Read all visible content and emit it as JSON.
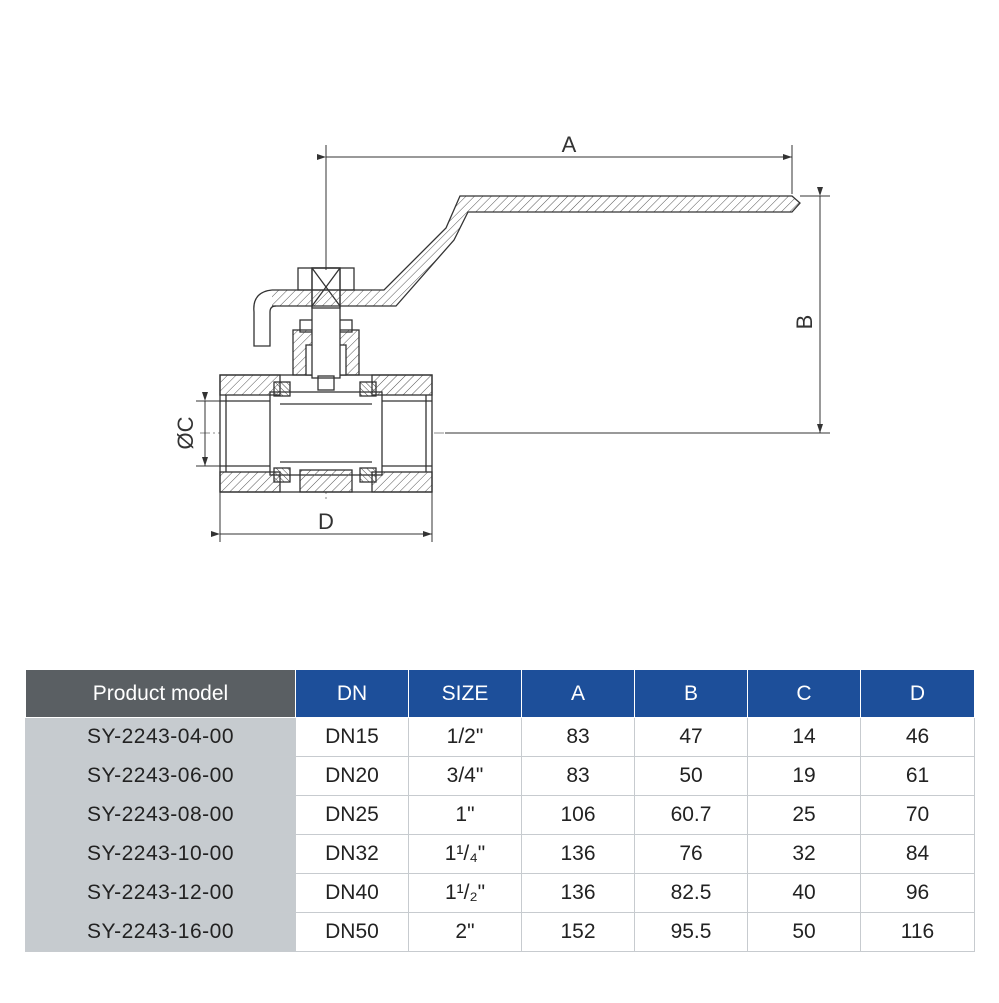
{
  "drawing": {
    "dim_A": "A",
    "dim_B": "B",
    "dim_C": "ØC",
    "dim_D": "D"
  },
  "table": {
    "headers": [
      "Product model",
      "DN",
      "SIZE",
      "A",
      "B",
      "C",
      "D"
    ],
    "rows": [
      {
        "model": "SY-2243-04-00",
        "dn": "DN15",
        "size": "1/2\"",
        "a": "83",
        "b": "47",
        "c": "14",
        "d": "46"
      },
      {
        "model": "SY-2243-06-00",
        "dn": "DN20",
        "size": "3/4\"",
        "a": "83",
        "b": "50",
        "c": "19",
        "d": "61"
      },
      {
        "model": "SY-2243-08-00",
        "dn": "DN25",
        "size": "1\"",
        "a": "106",
        "b": "60.7",
        "c": "25",
        "d": "70"
      },
      {
        "model": "SY-2243-10-00",
        "dn": "DN32",
        "size": "1¹/₄\"",
        "a": "136",
        "b": "76",
        "c": "32",
        "d": "84"
      },
      {
        "model": "SY-2243-12-00",
        "dn": "DN40",
        "size": "1¹/₂\"",
        "a": "136",
        "b": "82.5",
        "c": "40",
        "d": "96"
      },
      {
        "model": "SY-2243-16-00",
        "dn": "DN50",
        "size": "2\"",
        "a": "152",
        "b": "95.5",
        "c": "50",
        "d": "116"
      }
    ]
  },
  "colors": {
    "header_blue": "#1d4f9a",
    "header_gray": "#5a5f63",
    "model_cell_gray": "#c6cbcf",
    "line": "#333333"
  }
}
